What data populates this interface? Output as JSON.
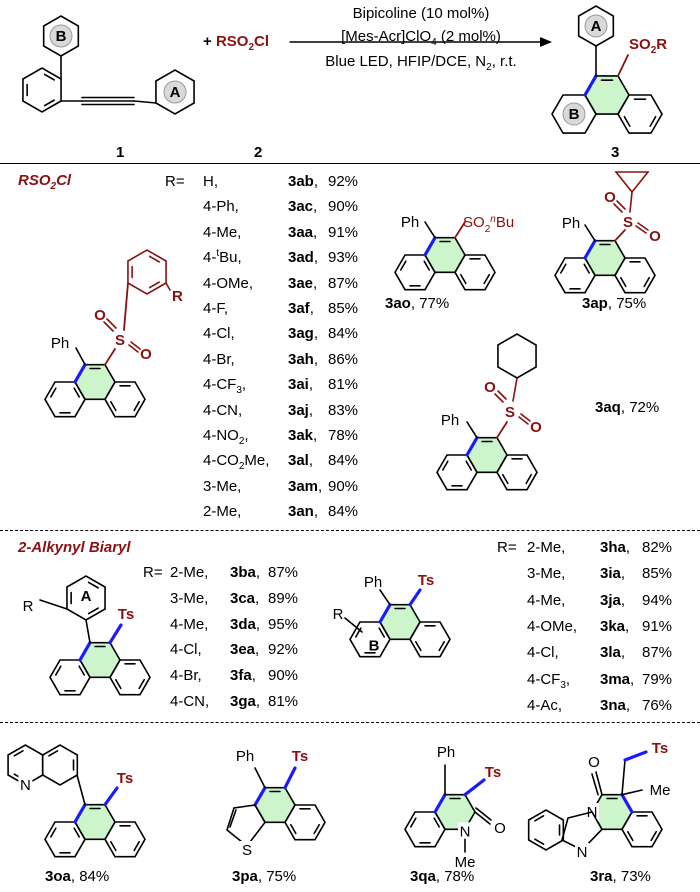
{
  "header": {
    "plus": "+",
    "reagent": [
      "RSO",
      "2",
      "Cl"
    ],
    "conditions": {
      "line1": "Bipicoline (10 mol%)",
      "line2": [
        "[Mes-Acr]ClO",
        "4",
        " (2 mol%)"
      ],
      "line3": [
        "Blue LED, HFIP/DCE, N",
        "2",
        ", r.t."
      ]
    },
    "labels": {
      "c1": "1",
      "c2": "2",
      "c3": "3"
    },
    "product_sub": [
      "SO",
      "2",
      "R"
    ]
  },
  "atoms": {
    "ph": "Ph",
    "ts": "Ts",
    "o": "O",
    "n": "N",
    "s": "S",
    "me": "Me",
    "r": "R",
    "a": "A",
    "b": "B",
    "so2nbu": [
      "SO",
      "2",
      "n",
      "Bu"
    ]
  },
  "section1": {
    "title": [
      "RSO",
      "2",
      "Cl"
    ],
    "r_label": "R=",
    "rows": [
      {
        "r": [
          {
            "t": "H,"
          }
        ],
        "id": "3ab",
        "yield": "92%"
      },
      {
        "r": [
          {
            "t": "4-Ph,"
          }
        ],
        "id": "3ac",
        "yield": "90%"
      },
      {
        "r": [
          {
            "t": "4-Me,"
          }
        ],
        "id": "3aa",
        "yield": "91%"
      },
      {
        "r": [
          {
            "t": "4-"
          },
          {
            "sup": "t"
          },
          {
            "t": "Bu,"
          }
        ],
        "id": "3ad",
        "yield": "93%"
      },
      {
        "r": [
          {
            "t": "4-OMe,"
          }
        ],
        "id": "3ae",
        "yield": "87%"
      },
      {
        "r": [
          {
            "t": "4-F,"
          }
        ],
        "id": "3af",
        "yield": "85%"
      },
      {
        "r": [
          {
            "t": "4-Cl,"
          }
        ],
        "id": "3ag",
        "yield": "84%"
      },
      {
        "r": [
          {
            "t": "4-Br,"
          }
        ],
        "id": "3ah",
        "yield": "86%"
      },
      {
        "r": [
          {
            "t": "4-CF"
          },
          {
            "sub": "3"
          },
          {
            "t": ","
          }
        ],
        "id": "3ai",
        "yield": "81%"
      },
      {
        "r": [
          {
            "t": "4-CN,"
          }
        ],
        "id": "3aj",
        "yield": "83%"
      },
      {
        "r": [
          {
            "t": "4-NO"
          },
          {
            "sub": "2"
          },
          {
            "t": ","
          }
        ],
        "id": "3ak",
        "yield": "78%"
      },
      {
        "r": [
          {
            "t": "4-CO"
          },
          {
            "sub": "2"
          },
          {
            "t": "Me,"
          }
        ],
        "id": "3al",
        "yield": "84%"
      },
      {
        "r": [
          {
            "t": "3-Me,"
          }
        ],
        "id": "3am",
        "yield": "90%"
      },
      {
        "r": [
          {
            "t": "2-Me,"
          }
        ],
        "id": "3an",
        "yield": "84%"
      }
    ],
    "extra": [
      {
        "id": "3ao",
        "yield": "77%"
      },
      {
        "id": "3ap",
        "yield": "75%"
      },
      {
        "id": "3aq",
        "yield": "72%"
      }
    ]
  },
  "section2": {
    "title": "2-Alkynyl Biaryl",
    "r_label": "R=",
    "left_rows": [
      {
        "r": [
          {
            "t": "2-Me,"
          }
        ],
        "id": "3ba",
        "yield": "87%"
      },
      {
        "r": [
          {
            "t": "3-Me,"
          }
        ],
        "id": "3ca",
        "yield": "89%"
      },
      {
        "r": [
          {
            "t": "4-Me,"
          }
        ],
        "id": "3da",
        "yield": "95%"
      },
      {
        "r": [
          {
            "t": "4-Cl,"
          }
        ],
        "id": "3ea",
        "yield": "92%"
      },
      {
        "r": [
          {
            "t": "4-Br,"
          }
        ],
        "id": "3fa",
        "yield": "90%"
      },
      {
        "r": [
          {
            "t": "4-CN,"
          }
        ],
        "id": "3ga",
        "yield": "81%"
      }
    ],
    "right_rows": [
      {
        "r": [
          {
            "t": "2-Me,"
          }
        ],
        "id": "3ha",
        "yield": "82%"
      },
      {
        "r": [
          {
            "t": "3-Me,"
          }
        ],
        "id": "3ia",
        "yield": "85%"
      },
      {
        "r": [
          {
            "t": "4-Me,"
          }
        ],
        "id": "3ja",
        "yield": "94%"
      },
      {
        "r": [
          {
            "t": "4-OMe,"
          }
        ],
        "id": "3ka",
        "yield": "91%"
      },
      {
        "r": [
          {
            "t": "4-Cl,"
          }
        ],
        "id": "3la",
        "yield": "87%"
      },
      {
        "r": [
          {
            "t": "4-CF"
          },
          {
            "sub": "3"
          },
          {
            "t": ","
          }
        ],
        "id": "3ma",
        "yield": "79%"
      },
      {
        "r": [
          {
            "t": "4-Ac,"
          }
        ],
        "id": "3na",
        "yield": "76%"
      }
    ]
  },
  "section3": {
    "items": [
      {
        "id": "3oa",
        "yield": "84%"
      },
      {
        "id": "3pa",
        "yield": "75%"
      },
      {
        "id": "3qa",
        "yield": "78%"
      },
      {
        "id": "3ra",
        "yield": "73%"
      }
    ]
  },
  "colors": {
    "bond": "#000000",
    "sulfonyl": "#8b1111",
    "new_bond": "#1a1aff",
    "ring_fill": "#ccf5cc",
    "circle": "#d9d9d9"
  }
}
